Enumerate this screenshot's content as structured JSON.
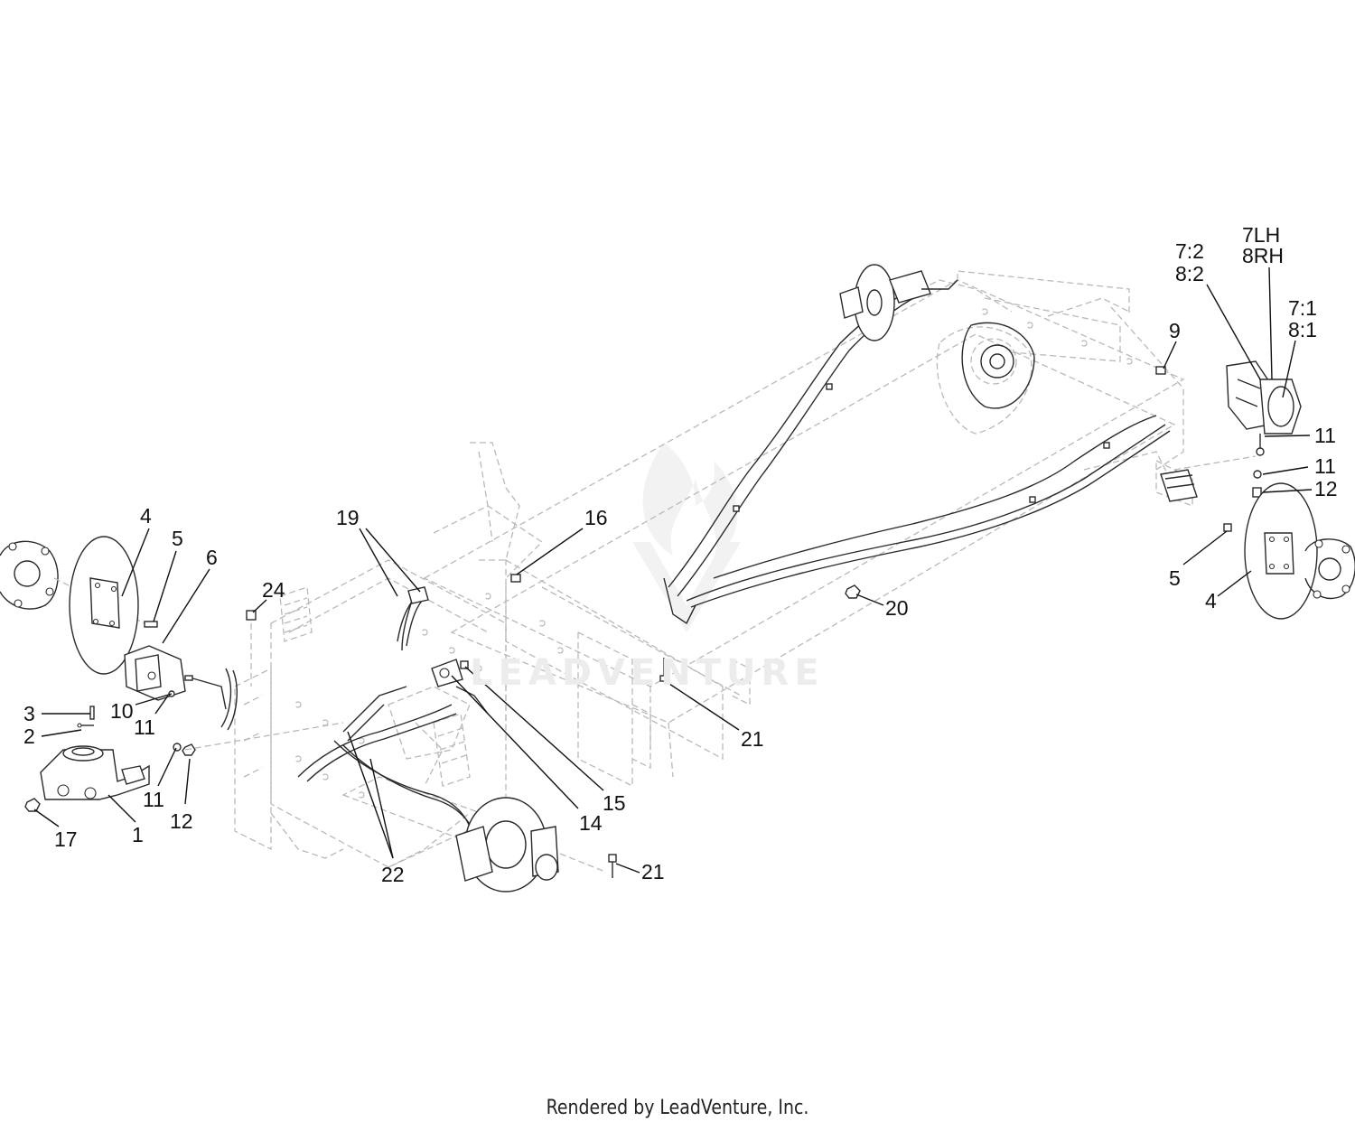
{
  "footer": {
    "text": "Rendered by LeadVenture, Inc."
  },
  "watermark": {
    "text": "LEADVENTURE"
  },
  "colors": {
    "line": "#2a2a2a",
    "phantom": "#b9b9b9",
    "label": "#111111",
    "watermark": "#ececec"
  },
  "callouts": [
    {
      "id": "c1",
      "text": "1"
    },
    {
      "id": "c2",
      "text": "2"
    },
    {
      "id": "c3",
      "text": "3"
    },
    {
      "id": "c4a",
      "text": "4"
    },
    {
      "id": "c5a",
      "text": "5"
    },
    {
      "id": "c6",
      "text": "6"
    },
    {
      "id": "c10",
      "text": "10"
    },
    {
      "id": "c11a",
      "text": "11"
    },
    {
      "id": "c11b",
      "text": "11"
    },
    {
      "id": "c12a",
      "text": "12"
    },
    {
      "id": "c17",
      "text": "17"
    },
    {
      "id": "c24",
      "text": "24"
    },
    {
      "id": "c19",
      "text": "19"
    },
    {
      "id": "c16",
      "text": "16"
    },
    {
      "id": "c22",
      "text": "22"
    },
    {
      "id": "c14",
      "text": "14"
    },
    {
      "id": "c15",
      "text": "15"
    },
    {
      "id": "c21a",
      "text": "21"
    },
    {
      "id": "c21b",
      "text": "21"
    },
    {
      "id": "c20",
      "text": "20"
    },
    {
      "id": "c9",
      "text": "9"
    },
    {
      "id": "c72",
      "text": "7:2"
    },
    {
      "id": "c82",
      "text": "8:2"
    },
    {
      "id": "c7lh",
      "text": "7LH"
    },
    {
      "id": "c8rh",
      "text": "8RH"
    },
    {
      "id": "c71",
      "text": "7:1"
    },
    {
      "id": "c81",
      "text": "8:1"
    },
    {
      "id": "c11c",
      "text": "11"
    },
    {
      "id": "c11d",
      "text": "11"
    },
    {
      "id": "c12b",
      "text": "12"
    },
    {
      "id": "c5b",
      "text": "5"
    },
    {
      "id": "c4b",
      "text": "4"
    }
  ]
}
